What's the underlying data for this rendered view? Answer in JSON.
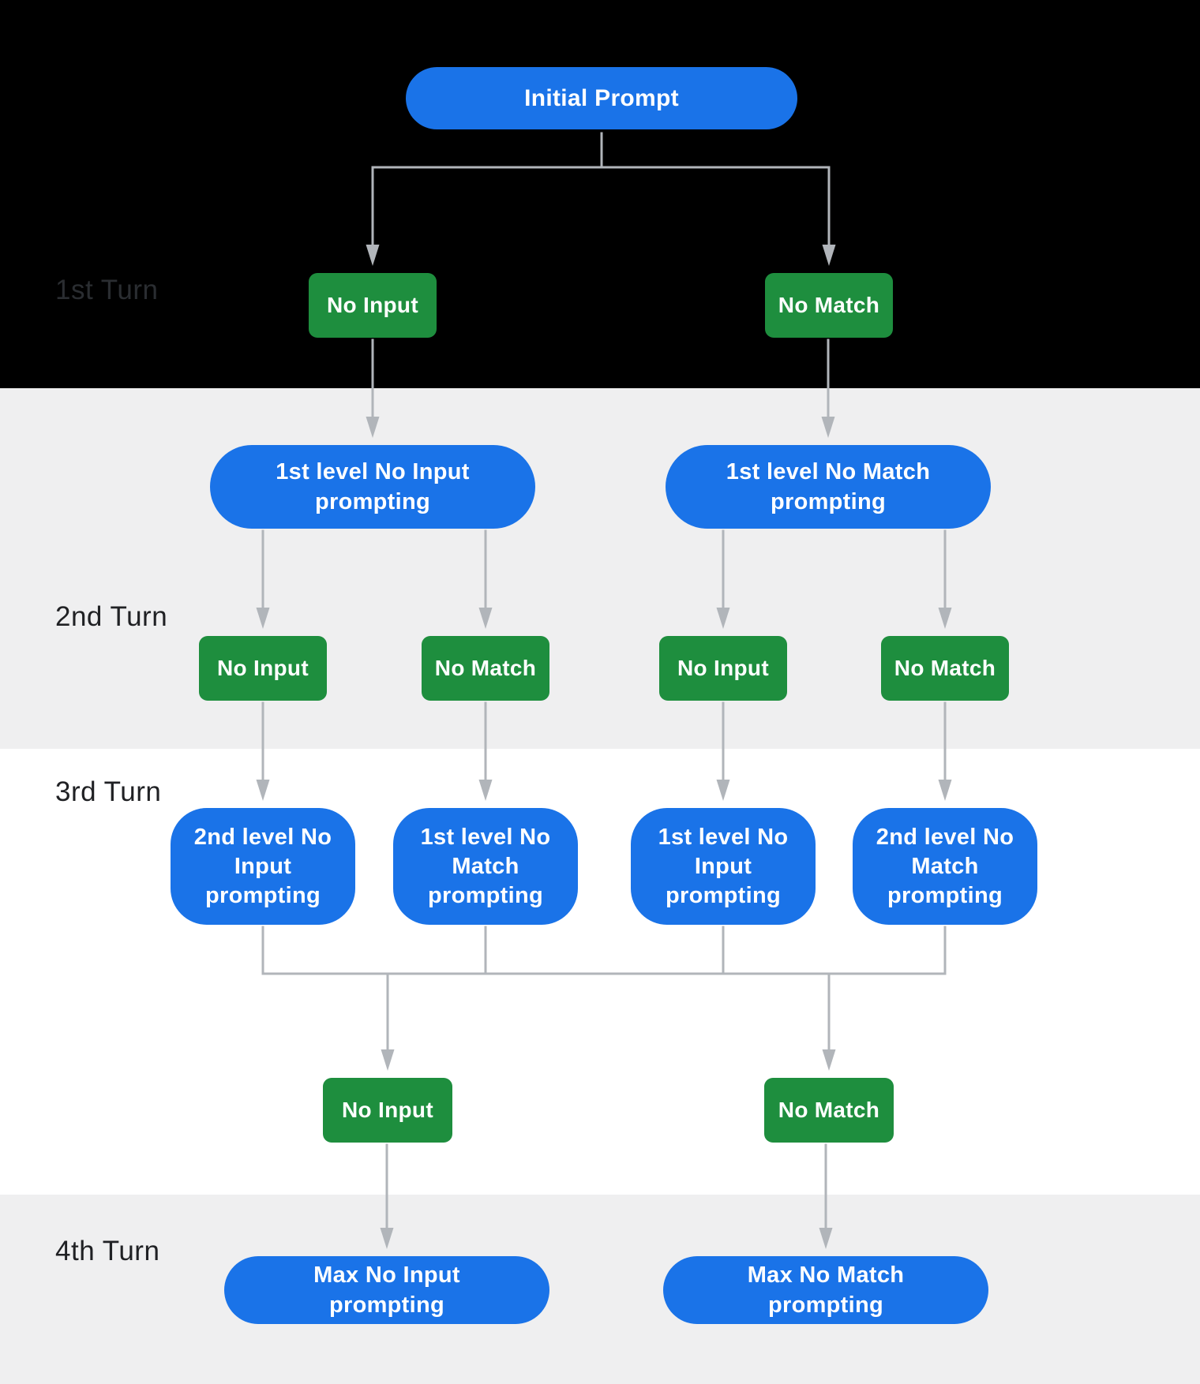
{
  "diagram": {
    "turns": [
      {
        "label": "1st Turn"
      },
      {
        "label": "2nd Turn"
      },
      {
        "label": "3rd Turn"
      },
      {
        "label": "4th Turn"
      }
    ],
    "nodes": {
      "initial": {
        "label": "Initial Prompt",
        "kind": "prompt"
      },
      "t1_no_input": {
        "label": "No Input",
        "kind": "event"
      },
      "t1_no_match": {
        "label": "No Match",
        "kind": "event"
      },
      "l1_no_input_prompt": {
        "label": "1st level No Input prompting",
        "kind": "prompt"
      },
      "l1_no_match_prompt": {
        "label": "1st level No Match prompting",
        "kind": "prompt"
      },
      "t2_e1": {
        "label": "No Input",
        "kind": "event"
      },
      "t2_e2": {
        "label": "No Match",
        "kind": "event"
      },
      "t2_e3": {
        "label": "No Input",
        "kind": "event"
      },
      "t2_e4": {
        "label": "No Match",
        "kind": "event"
      },
      "r3_a": {
        "label": "2nd level No Input prompting",
        "kind": "prompt"
      },
      "r3_b": {
        "label": "1st level No Match prompting",
        "kind": "prompt"
      },
      "r3_c": {
        "label": "1st level No Input prompting",
        "kind": "prompt"
      },
      "r3_d": {
        "label": "2nd level No Match prompting",
        "kind": "prompt"
      },
      "t4_no_input": {
        "label": "No Input",
        "kind": "event"
      },
      "t4_no_match": {
        "label": "No Match",
        "kind": "event"
      },
      "max_no_input": {
        "label": "Max No Input prompting",
        "kind": "prompt"
      },
      "max_no_match": {
        "label": "Max No Match prompting",
        "kind": "prompt"
      }
    },
    "edges": [
      {
        "type": "split",
        "from": "initial",
        "to": [
          "t1_no_input",
          "t1_no_match"
        ],
        "busOffset": 48
      },
      {
        "type": "arrow",
        "from": "t1_no_input",
        "to": "l1_no_input_prompt"
      },
      {
        "type": "arrow",
        "from": "t1_no_match",
        "to": "l1_no_match_prompt"
      },
      {
        "type": "arrow",
        "from": "l1_no_input_prompt",
        "to": "t2_e1"
      },
      {
        "type": "arrow",
        "from": "l1_no_input_prompt",
        "to": "t2_e2"
      },
      {
        "type": "arrow",
        "from": "l1_no_match_prompt",
        "to": "t2_e3"
      },
      {
        "type": "arrow",
        "from": "l1_no_match_prompt",
        "to": "t2_e4"
      },
      {
        "type": "arrow",
        "from": "t2_e1",
        "to": "r3_a"
      },
      {
        "type": "arrow",
        "from": "t2_e2",
        "to": "r3_b"
      },
      {
        "type": "arrow",
        "from": "t2_e3",
        "to": "r3_c"
      },
      {
        "type": "arrow",
        "from": "t2_e4",
        "to": "r3_d"
      },
      {
        "type": "mergesplit",
        "from": [
          "r3_a",
          "r3_b",
          "r3_c",
          "r3_d"
        ],
        "to": [
          "t4_no_input",
          "t4_no_match"
        ],
        "busOffset": 62
      },
      {
        "type": "arrow",
        "from": "t4_no_input",
        "to": "max_no_input"
      },
      {
        "type": "arrow",
        "from": "t4_no_match",
        "to": "max_no_match"
      }
    ],
    "colors": {
      "node_blue": "#1a73e8",
      "node_green": "#1e8e3e",
      "connector": "#b1b5ba",
      "band_black": "#000000",
      "band_gray": "#efeff0",
      "band_white": "#ffffff",
      "label_dark": "#202124",
      "label_on_black": "#2a2d31",
      "node_text": "#ffffff"
    }
  }
}
